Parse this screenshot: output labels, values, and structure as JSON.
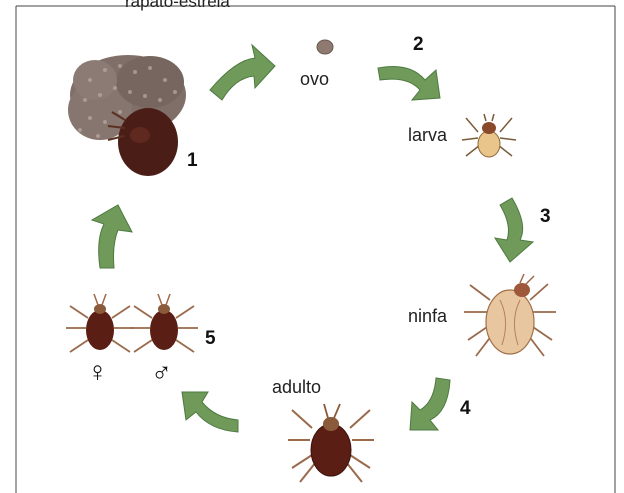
{
  "title": "rapato-estrela",
  "stages": [
    {
      "number": "1",
      "label": ""
    },
    {
      "number": "2",
      "label": "ovo"
    },
    {
      "number": "3",
      "label": "larva"
    },
    {
      "number": "4",
      "label": "ninfa"
    },
    {
      "number": "5",
      "label": "adulto"
    }
  ],
  "sex_symbols": {
    "female": "♀",
    "male": "♂"
  },
  "colors": {
    "arrow": "#6f9a5a",
    "tick_body": "#5a1e14",
    "tick_legs": "#8a5a3a",
    "egg_mass": "#7a6a64",
    "nymph": "#e8c6a0",
    "larva": "#e9c58c"
  }
}
